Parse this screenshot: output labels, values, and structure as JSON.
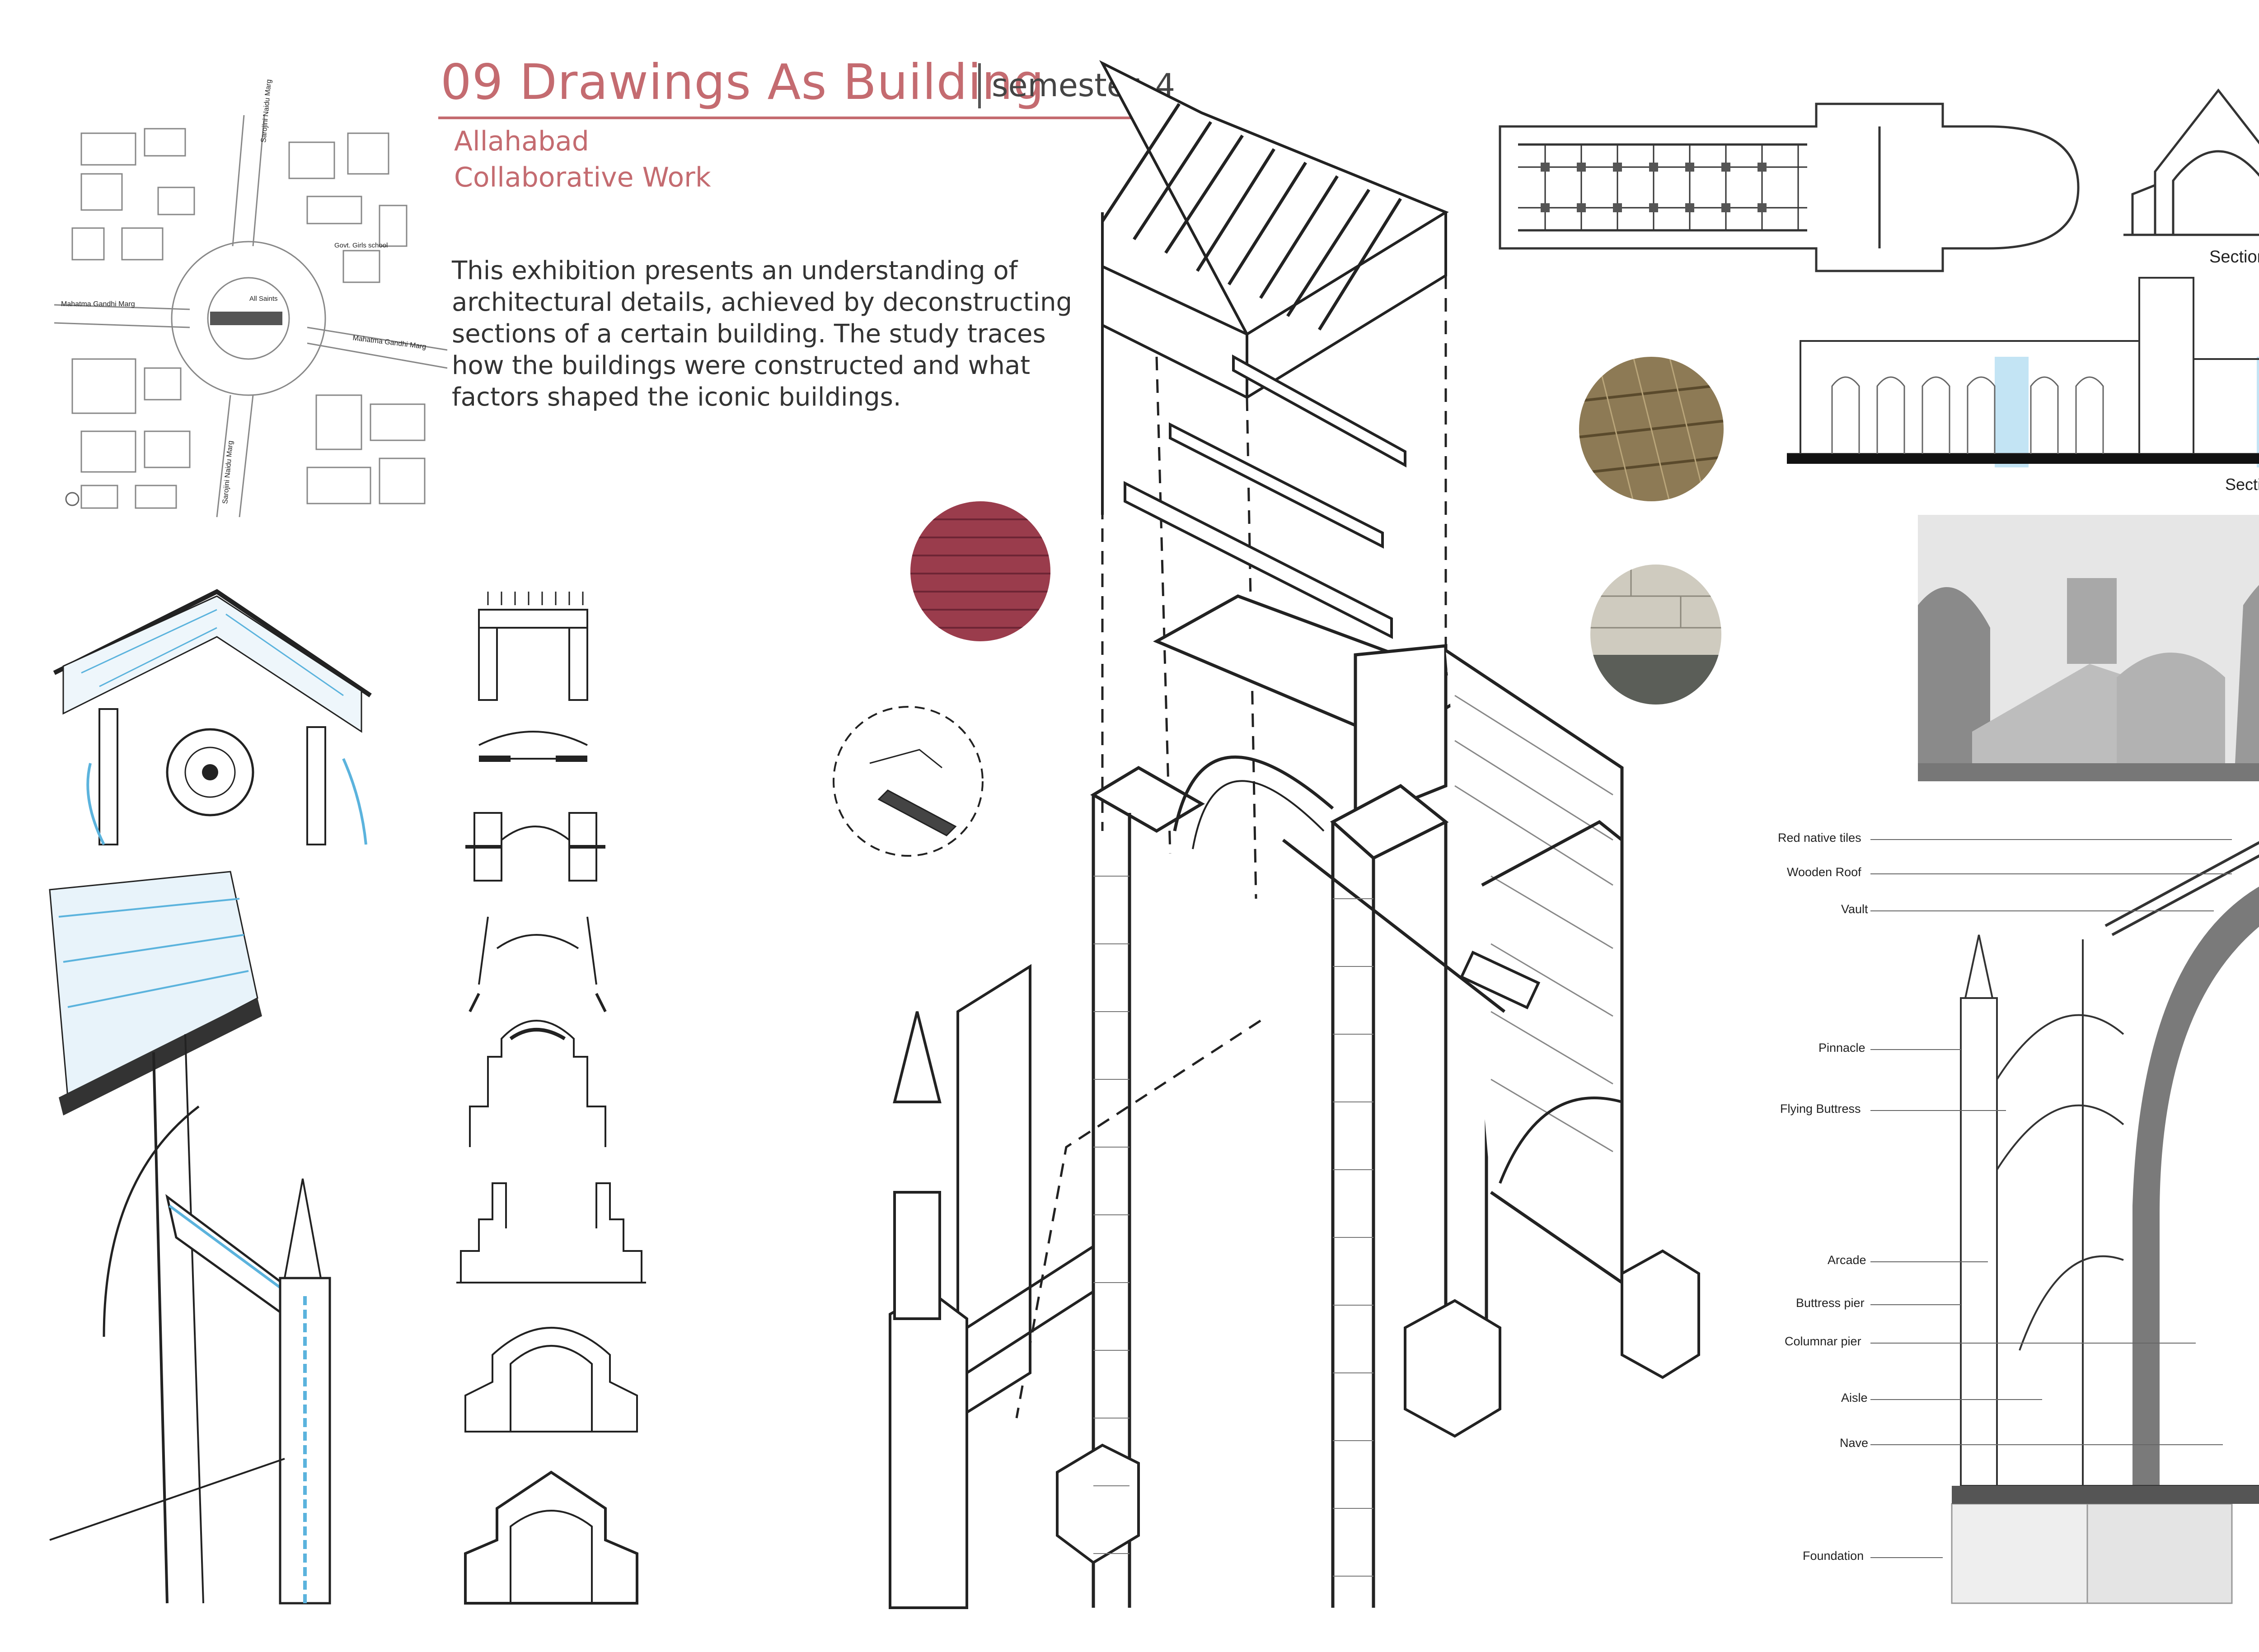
{
  "header": {
    "title": "09 Drawings As Building",
    "semester": "semester_4",
    "location": "Allahabad",
    "subtitle": "Collaborative Work"
  },
  "intro_text": "This exhibition presents an understanding of architectural details, achieved by deconstructing sections of a certain building. The study traces how the buildings were constructed and what factors shaped the iconic buildings.",
  "site_map": {
    "labels": {
      "road_top": "Sarojini Naidu Marg",
      "road_bottom": "Sarojini Naidu Marg",
      "road_left": "Mahatma Gandhi Marg",
      "road_right": "Mahatma Gandhi Marg",
      "school": "Govt. Girls school",
      "church": "All Saints"
    }
  },
  "captions": {
    "section_bb": "Section BB'",
    "section_aa": "Section AA'"
  },
  "section_labels": [
    "Red native tiles",
    "Wooden Roof",
    "Vault",
    "Pinnacle",
    "Flying Buttress",
    "Arcade",
    "Buttress pier",
    "Columnar pier",
    "Aisle",
    "Nave",
    "Foundation"
  ],
  "colors": {
    "accent": "#c46b70",
    "water_blue": "#5bb3dd",
    "brick": "#9a3c4c",
    "wood": "#7a6640",
    "highlight": "#a9d8ef"
  }
}
